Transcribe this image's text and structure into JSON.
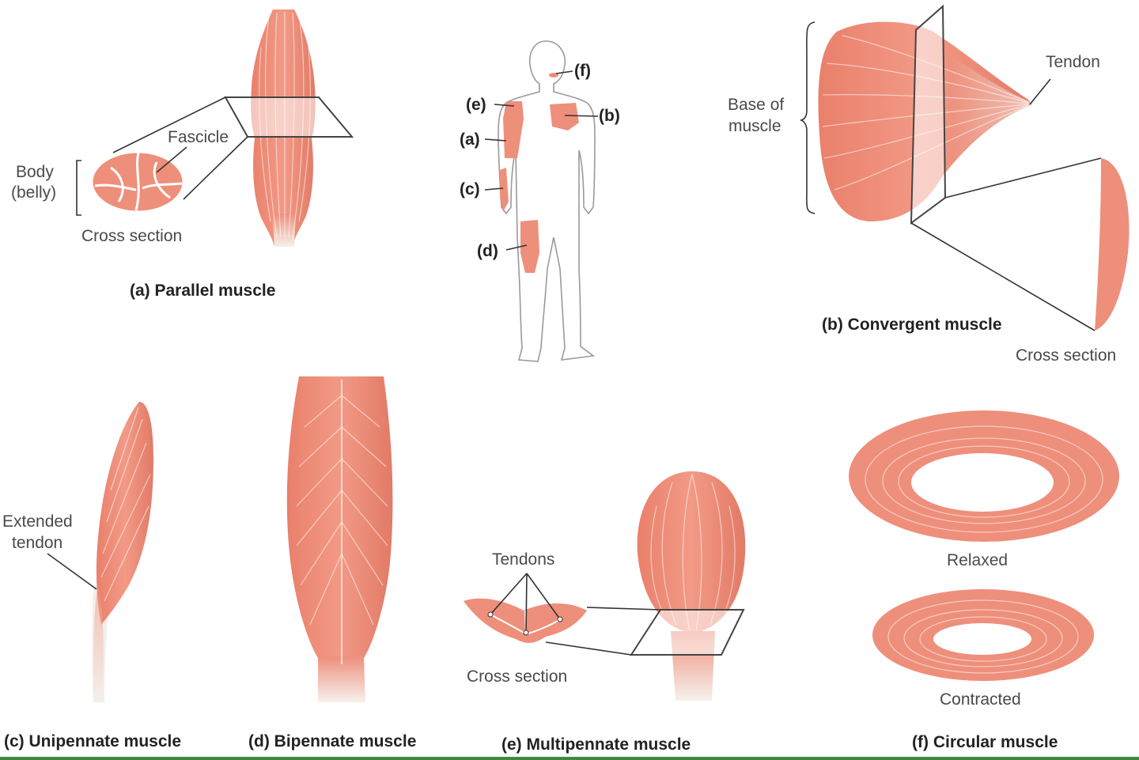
{
  "colors": {
    "muscle": "#EE8F7B",
    "muscle_dark": "#D9725F",
    "tendon": "#F4EFEA",
    "caption": "#222222",
    "label": "#4a4a4a",
    "bottom_rule": "#3c8a3c"
  },
  "panel_a": {
    "caption": "(a) Parallel muscle",
    "fascicle": "Fascicle",
    "body_line1": "Body",
    "body_line2": "(belly)",
    "cross_section": "Cross section"
  },
  "panel_b": {
    "caption": "(b) Convergent muscle",
    "tendon": "Tendon",
    "base_line1": "Base of",
    "base_line2": "muscle",
    "cross_section": "Cross section"
  },
  "panel_c": {
    "caption": "(c) Unipennate muscle",
    "ext_line1": "Extended",
    "ext_line2": "tendon"
  },
  "panel_d": {
    "caption": "(d) Bipennate muscle"
  },
  "panel_e": {
    "caption": "(e) Multipennate muscle",
    "tendons": "Tendons",
    "cross_section": "Cross section"
  },
  "panel_f": {
    "caption": "(f) Circular muscle",
    "relaxed": "Relaxed",
    "contracted": "Contracted"
  },
  "body_keys": {
    "a": "(a)",
    "b": "(b)",
    "c": "(c)",
    "d": "(d)",
    "e": "(e)",
    "f": "(f)"
  }
}
